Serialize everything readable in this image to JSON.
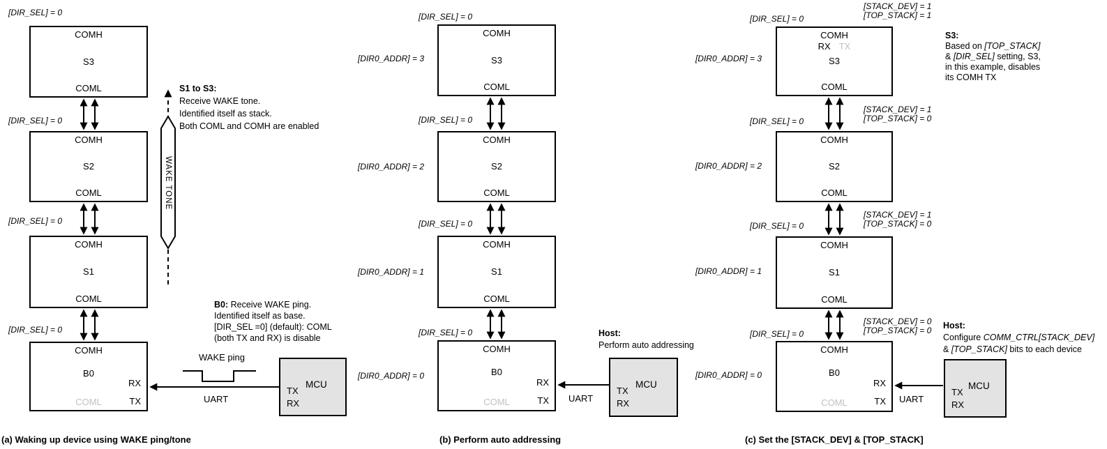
{
  "colors": {
    "ink": "#000000",
    "disabled_text": "#c0c0c0",
    "mcu_fill": "#e3e3e3"
  },
  "shared": {
    "comh": "COMH",
    "coml": "COML",
    "rx": "RX",
    "tx": "TX",
    "mcu": "MCU",
    "uart": "UART",
    "dir_sel": "[DIR_SEL] = 0",
    "s3": "S3",
    "s2": "S2",
    "s1": "S1",
    "b0": "B0"
  },
  "panel_a": {
    "caption": "(a) Waking up device using WAKE ping/tone",
    "wake_tone": "WAKE TONE",
    "wake_ping": "WAKE ping",
    "stack_note": {
      "head": "S1 to S3:",
      "l1": "Receive WAKE tone.",
      "l2": "Identified itself as stack.",
      "l3": "Both COML and COMH are enabled"
    },
    "b0_note": {
      "head": "B0:",
      "l1": " Receive WAKE ping.",
      "l2": "Identified itself as base.",
      "l3": "[DIR_SEL =0] (default): COML",
      "l4": "(both TX and RX) is disable"
    }
  },
  "panel_b": {
    "caption": "(b) Perform auto addressing",
    "dir0_addr": [
      "[DIR0_ADDR] = 3",
      "[DIR0_ADDR] = 2",
      "[DIR0_ADDR] = 1",
      "[DIR0_ADDR] = 0"
    ],
    "host_note": {
      "head": "Host:",
      "l1": "Perform auto addressing"
    }
  },
  "panel_c": {
    "caption": "(c) Set the [STACK_DEV] & [TOP_STACK]",
    "dir0_addr": [
      "[DIR0_ADDR] = 3",
      "[DIR0_ADDR] = 2",
      "[DIR0_ADDR] = 1",
      "[DIR0_ADDR] = 0"
    ],
    "stack_pairs": [
      {
        "l1": "[STACK_DEV] = 1",
        "l2": "[TOP_STACK] = 1"
      },
      {
        "l1": "[STACK_DEV] = 1",
        "l2": "[TOP_STACK] = 0"
      },
      {
        "l1": "[STACK_DEV] = 1",
        "l2": "[TOP_STACK] = 0"
      },
      {
        "l1": "[STACK_DEV] = 0",
        "l2": "[TOP_STACK] = 0"
      }
    ],
    "s3_note": {
      "head": "S3:",
      "l1a": "Based on ",
      "l1b": "[TOP_STACK]",
      "l2a": "& ",
      "l2b": "[DIR_SEL]",
      "l2c": " setting, S3,",
      "l3": "in this example, disables",
      "l4": "its COMH TX"
    },
    "host_note": {
      "head": "Host:",
      "l1a": "Configure ",
      "l1b": "COMM_CTRL[STACK_DEV]",
      "l2a": "& ",
      "l2b": "[TOP_STACK]",
      "l2c": " bits to each device"
    }
  }
}
